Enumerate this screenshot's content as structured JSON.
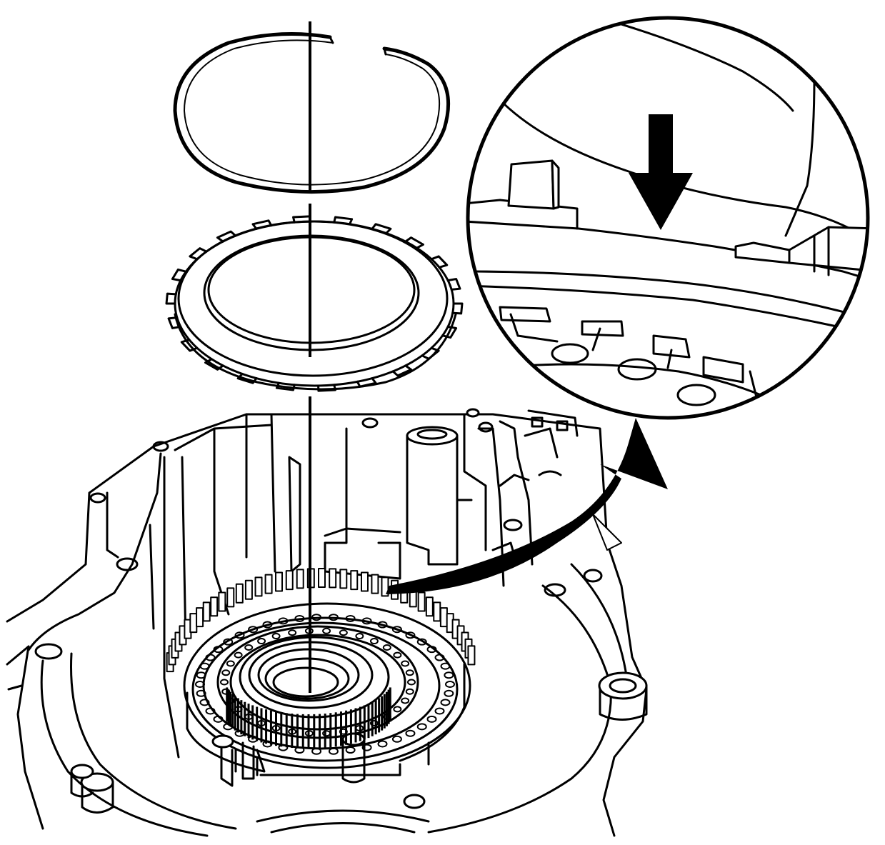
{
  "figure": {
    "background_color": "#ffffff",
    "line_color": "#000000",
    "parts": [
      "snap-ring",
      "backing-plate",
      "transmission-case",
      "clutch-pack",
      "detail-magnifier",
      "install-direction-arrow",
      "callout-arrow"
    ]
  }
}
